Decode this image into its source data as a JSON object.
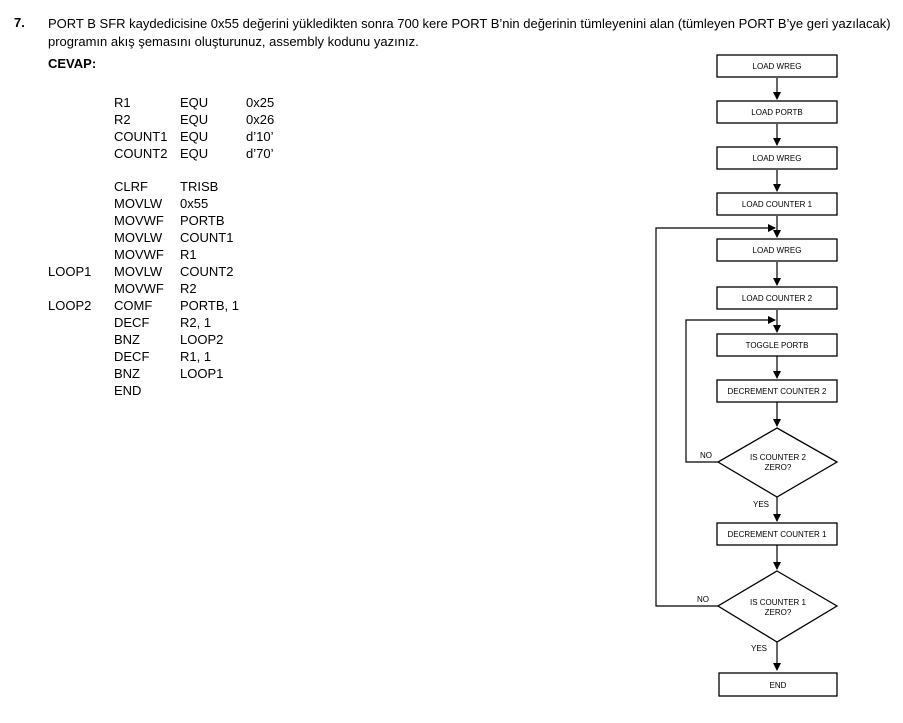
{
  "question": {
    "number": "7.",
    "text": "PORT B SFR kaydedicisine 0x55 değerini yükledikten sonra 700 kere PORT B’nin değerinin tümleyenini alan (tümleyen PORT B’ye geri yazılacak) programın akış şemasını oluşturunuz, assembly kodunu yazınız."
  },
  "answer_label": "CEVAP:",
  "equates": [
    {
      "label": "R1",
      "mnemonic": "EQU",
      "operand": "0x25"
    },
    {
      "label": "R2",
      "mnemonic": "EQU",
      "operand": "0x26"
    },
    {
      "label": "COUNT1",
      "mnemonic": "EQU",
      "operand": "d’10’"
    },
    {
      "label": "COUNT2",
      "mnemonic": "EQU",
      "operand": "d’70’"
    }
  ],
  "code": [
    {
      "label": "",
      "mnemonic": "CLRF",
      "operand": "TRISB"
    },
    {
      "label": "",
      "mnemonic": "MOVLW",
      "operand": "0x55"
    },
    {
      "label": "",
      "mnemonic": "MOVWF",
      "operand": "PORTB"
    },
    {
      "label": "",
      "mnemonic": "MOVLW",
      "operand": "COUNT1"
    },
    {
      "label": "",
      "mnemonic": "MOVWF",
      "operand": "R1"
    },
    {
      "label": "LOOP1",
      "mnemonic": "MOVLW",
      "operand": "COUNT2"
    },
    {
      "label": "",
      "mnemonic": "MOVWF",
      "operand": "R2"
    },
    {
      "label": "LOOP2",
      "mnemonic": "COMF",
      "operand": "PORTB, 1"
    },
    {
      "label": "",
      "mnemonic": "DECF",
      "operand": "R2, 1"
    },
    {
      "label": "",
      "mnemonic": "BNZ",
      "operand": "LOOP2"
    },
    {
      "label": "",
      "mnemonic": "DECF",
      "operand": "R1, 1"
    },
    {
      "label": "",
      "mnemonic": "BNZ",
      "operand": "LOOP1"
    },
    {
      "label": "",
      "mnemonic": "END",
      "operand": ""
    }
  ],
  "flowchart": {
    "boxes": [
      "LOAD WREG",
      "LOAD PORTB",
      "LOAD WREG",
      "LOAD COUNTER 1",
      "LOAD WREG",
      "LOAD COUNTER 2",
      "TOGGLE PORTB",
      "DECREMENT COUNTER 2",
      "DECREMENT COUNTER 1",
      "END"
    ],
    "decision1": {
      "line1": "IS COUNTER 2",
      "line2": "ZERO?",
      "no": "NO",
      "yes": "YES"
    },
    "decision2": {
      "line1": "IS COUNTER 1",
      "line2": "ZERO?",
      "no": "NO",
      "yes": "YES"
    }
  }
}
